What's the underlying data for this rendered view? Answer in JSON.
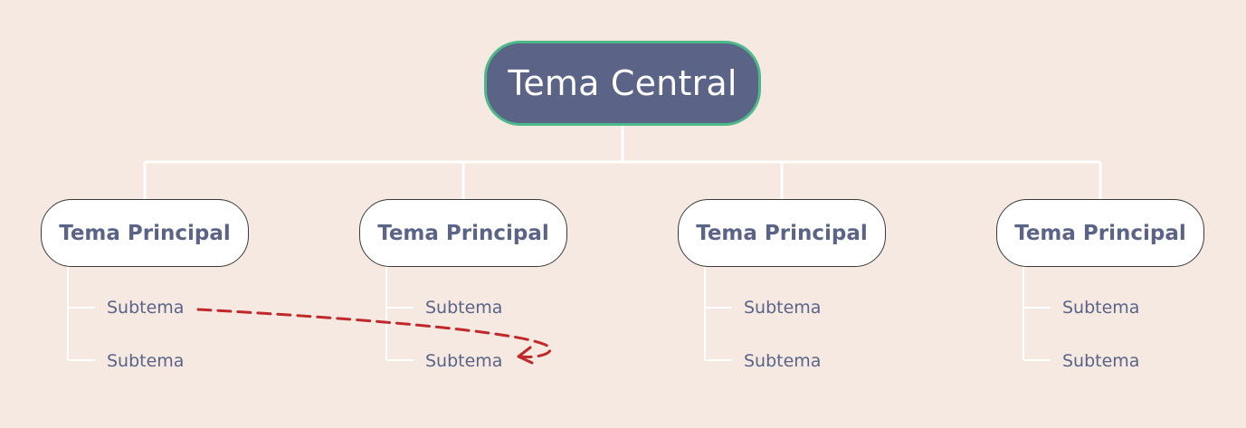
{
  "colors": {
    "background": "#F5E9E2",
    "central_fill": "#5B6387",
    "central_border": "#4CB98A",
    "topic_text": "#5B6387",
    "connector": "#FFFFFF",
    "relation_arrow": "#C0282A"
  },
  "central_topic": {
    "label": "Tema Central"
  },
  "main_topics": [
    {
      "label": "Tema Principal",
      "subtopics": [
        "Subtema",
        "Subtema"
      ]
    },
    {
      "label": "Tema Principal",
      "subtopics": [
        "Subtema",
        "Subtema"
      ]
    },
    {
      "label": "Tema Principal",
      "subtopics": [
        "Subtema",
        "Subtema"
      ]
    },
    {
      "label": "Tema Principal",
      "subtopics": [
        "Subtema",
        "Subtema"
      ]
    }
  ],
  "relationship": {
    "from": "main_topics.0.subtopics.0",
    "to": "main_topics.1.subtopics.1",
    "style": "dashed-arrow"
  }
}
